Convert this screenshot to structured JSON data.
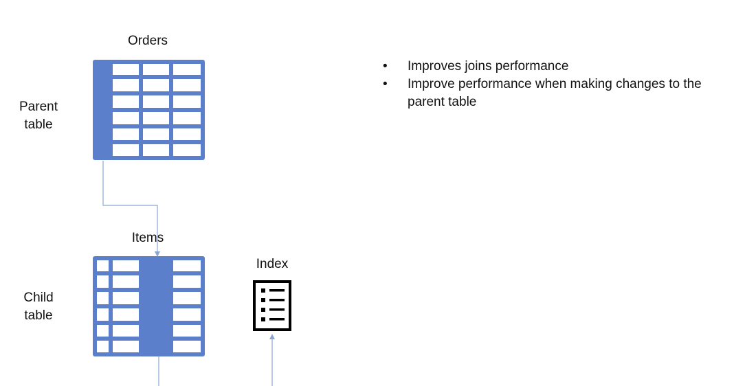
{
  "diagram": {
    "parent_table": {
      "title": "Orders",
      "side_label": [
        "Parent",
        "table"
      ]
    },
    "child_table": {
      "title": "Items",
      "side_label": [
        "Child",
        "table"
      ]
    },
    "index": {
      "title": "Index"
    },
    "bullets": [
      "Improves joins performance",
      "Improve performance when making changes to the parent table"
    ],
    "colors": {
      "table_blue": "#5b7fcb",
      "arrow": "#8aa6d4",
      "index_icon": "#000000"
    },
    "icons": [
      "table-icon",
      "index-list-icon",
      "bullet-dot"
    ]
  }
}
